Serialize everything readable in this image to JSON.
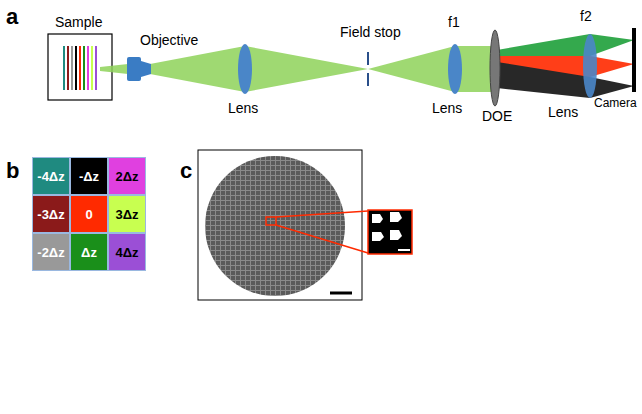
{
  "diagram": {
    "nodes": [
      {
        "text": [
          "-4Δz"
        ]
      },
      {
        "text": [
          "-Δz"
        ]
      },
      {
        "text": [
          "2Δz"
        ]
      },
      {
        "text": [
          "-3Δz"
        ]
      },
      {
        "text": [
          "0"
        ]
      },
      {
        "text": [
          "3Δz"
        ]
      },
      {
        "text": [
          "-2Δz"
        ]
      },
      {
        "text": [
          "Δz"
        ]
      },
      {
        "text": [
          "4Δz"
        ]
      }
    ],
    "labels": [
      "a",
      "Sample",
      "Objective",
      "Lens",
      "Field stop",
      "f1",
      "Lens",
      "DOE",
      "f2",
      "Lens",
      "Camera",
      "b",
      "c"
    ]
  }
}
